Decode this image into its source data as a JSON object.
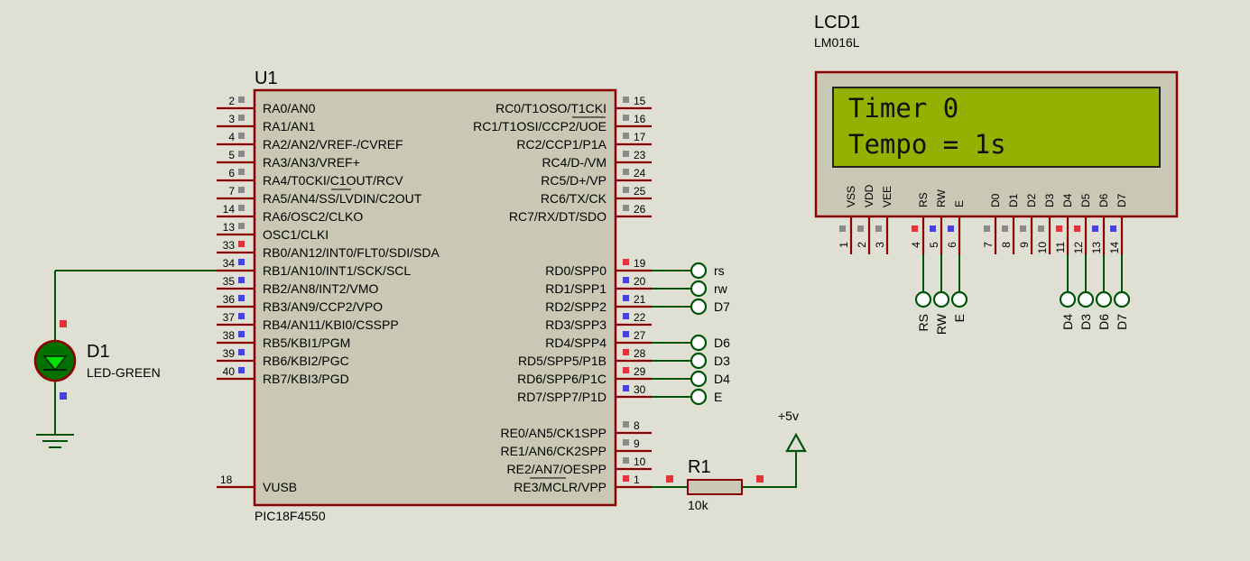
{
  "u1": {
    "ref": "U1",
    "part": "PIC18F4550",
    "left_pins": [
      {
        "num": "2",
        "name": "RA0/AN0",
        "dot": "gray"
      },
      {
        "num": "3",
        "name": "RA1/AN1",
        "dot": "gray"
      },
      {
        "num": "4",
        "name": "RA2/AN2/VREF-/CVREF",
        "dot": "gray"
      },
      {
        "num": "5",
        "name": "RA3/AN3/VREF+",
        "dot": "gray"
      },
      {
        "num": "6",
        "name": "RA4/T0CKI/C1OUT/RCV",
        "dot": "gray"
      },
      {
        "num": "7",
        "name": "RA5/AN4/SS/LVDIN/C2OUT",
        "dot": "gray"
      },
      {
        "num": "14",
        "name": "RA6/OSC2/CLKO",
        "dot": "gray"
      },
      {
        "num": "13",
        "name": "OSC1/CLKI",
        "dot": "gray"
      },
      {
        "num": "33",
        "name": "RB0/AN12/INT0/FLT0/SDI/SDA",
        "dot": "red"
      },
      {
        "num": "34",
        "name": "RB1/AN10/INT1/SCK/SCL",
        "dot": "blue"
      },
      {
        "num": "35",
        "name": "RB2/AN8/INT2/VMO",
        "dot": "blue"
      },
      {
        "num": "36",
        "name": "RB3/AN9/CCP2/VPO",
        "dot": "blue"
      },
      {
        "num": "37",
        "name": "RB4/AN11/KBI0/CSSPP",
        "dot": "blue"
      },
      {
        "num": "38",
        "name": "RB5/KBI1/PGM",
        "dot": "blue"
      },
      {
        "num": "39",
        "name": "RB6/KBI2/PGC",
        "dot": "blue"
      },
      {
        "num": "40",
        "name": "RB7/KBI3/PGD",
        "dot": "blue"
      }
    ],
    "vusb_pin": {
      "num": "18",
      "name": "VUSB"
    },
    "right_pins_top": [
      {
        "num": "15",
        "name": "RC0/T1OSO/T1CKI",
        "dot": "gray"
      },
      {
        "num": "16",
        "name": "RC1/T1OSI/CCP2/UOE",
        "dot": "gray"
      },
      {
        "num": "17",
        "name": "RC2/CCP1/P1A",
        "dot": "gray"
      },
      {
        "num": "23",
        "name": "RC4/D-/VM",
        "dot": "gray"
      },
      {
        "num": "24",
        "name": "RC5/D+/VP",
        "dot": "gray"
      },
      {
        "num": "25",
        "name": "RC6/TX/CK",
        "dot": "gray"
      },
      {
        "num": "26",
        "name": "RC7/RX/DT/SDO",
        "dot": "gray"
      }
    ],
    "right_pins_d": [
      {
        "num": "19",
        "name": "RD0/SPP0",
        "dot": "red",
        "label": "rs"
      },
      {
        "num": "20",
        "name": "RD1/SPP1",
        "dot": "blue",
        "label": "rw"
      },
      {
        "num": "21",
        "name": "RD2/SPP2",
        "dot": "blue",
        "label": "D7"
      },
      {
        "num": "22",
        "name": "RD3/SPP3",
        "dot": "blue",
        "label": ""
      },
      {
        "num": "27",
        "name": "RD4/SPP4",
        "dot": "blue",
        "label": "D6"
      },
      {
        "num": "28",
        "name": "RD5/SPP5/P1B",
        "dot": "red",
        "label": "D3"
      },
      {
        "num": "29",
        "name": "RD6/SPP6/P1C",
        "dot": "red",
        "label": "D4"
      },
      {
        "num": "30",
        "name": "RD7/SPP7/P1D",
        "dot": "blue",
        "label": "E"
      }
    ],
    "right_pins_e": [
      {
        "num": "8",
        "name": "RE0/AN5/CK1SPP",
        "dot": "gray"
      },
      {
        "num": "9",
        "name": "RE1/AN6/CK2SPP",
        "dot": "gray"
      },
      {
        "num": "10",
        "name": "RE2/AN7/OESPP",
        "dot": "gray"
      },
      {
        "num": "1",
        "name": "RE3/MCLR/VPP",
        "dot": "red"
      }
    ]
  },
  "lcd": {
    "ref": "LCD1",
    "part": "LM016L",
    "line1": "Timer 0",
    "line2": "Tempo = 1s",
    "pins": [
      {
        "name": "VSS",
        "num": "1",
        "dot": "gray"
      },
      {
        "name": "VDD",
        "num": "2",
        "dot": "gray"
      },
      {
        "name": "VEE",
        "num": "3",
        "dot": "gray"
      },
      {
        "name": "RS",
        "num": "4",
        "dot": "red"
      },
      {
        "name": "RW",
        "num": "5",
        "dot": "blue"
      },
      {
        "name": "E",
        "num": "6",
        "dot": "blue"
      },
      {
        "name": "D0",
        "num": "7",
        "dot": "gray"
      },
      {
        "name": "D1",
        "num": "8",
        "dot": "gray"
      },
      {
        "name": "D2",
        "num": "9",
        "dot": "gray"
      },
      {
        "name": "D3",
        "num": "10",
        "dot": "gray"
      },
      {
        "name": "D4",
        "num": "11",
        "dot": "red"
      },
      {
        "name": "D5",
        "num": "12",
        "dot": "red"
      },
      {
        "name": "D6",
        "num": "13",
        "dot": "blue"
      },
      {
        "name": "D7",
        "num": "14",
        "dot": "blue"
      }
    ],
    "terminals": [
      "RS",
      "RW",
      "E",
      "D4",
      "D3",
      "D6",
      "D7"
    ]
  },
  "d1": {
    "ref": "D1",
    "part": "LED-GREEN"
  },
  "r1": {
    "ref": "R1",
    "value": "10k"
  },
  "supply": {
    "label": "+5v"
  },
  "colors": {
    "background": "#dfdfd3",
    "wire": "#00540a",
    "pin": "#8b0000",
    "body": "#c8c8b4",
    "lcd_screen": "#94b000",
    "lcd_body": "#c8c8b4",
    "dot_red": "#e0333a",
    "dot_blue": "#4444dd",
    "dot_gray": "#8a8a8a",
    "led": "#00b000"
  }
}
